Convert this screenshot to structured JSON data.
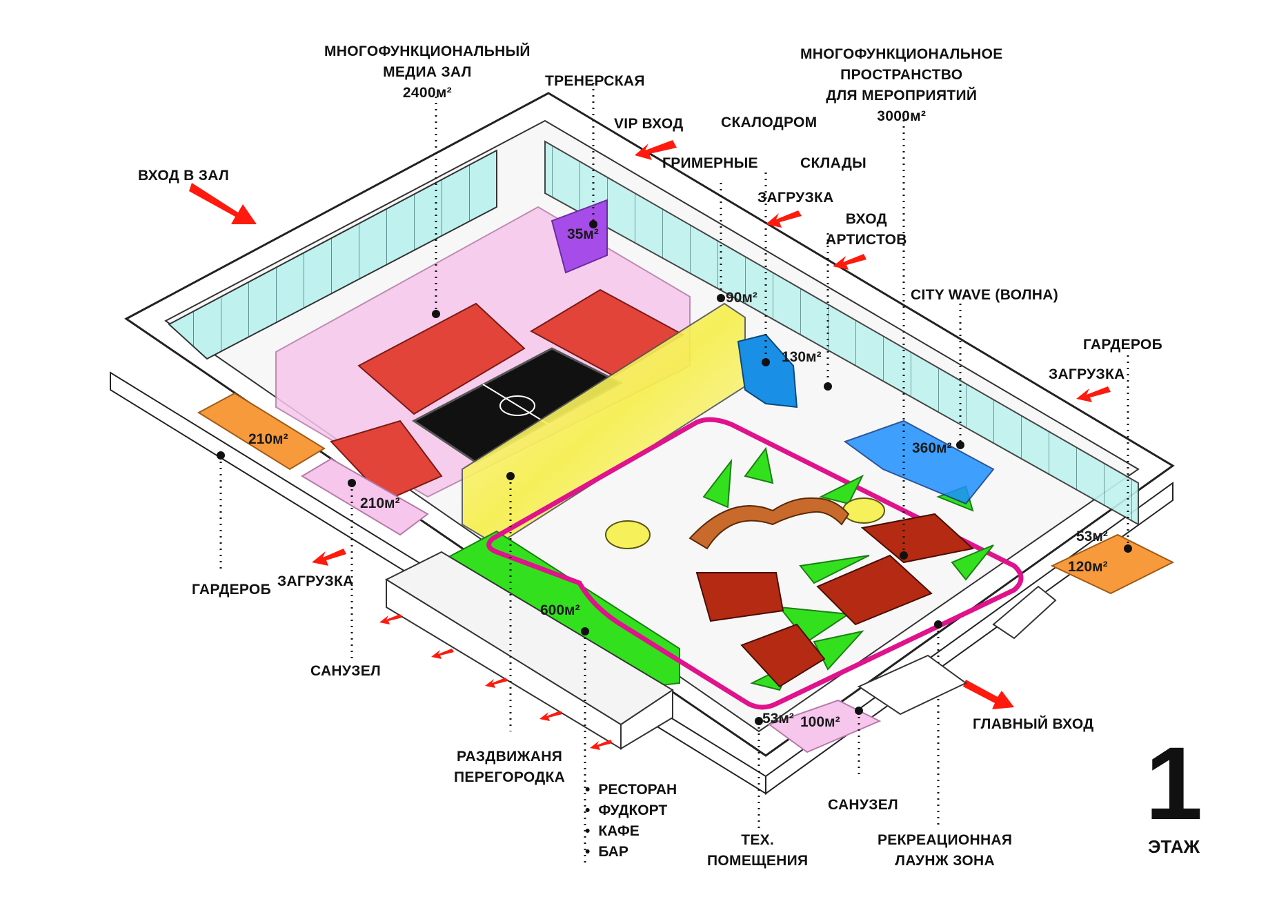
{
  "labels": {
    "media_hall": [
      "МНОГОФУНКЦИОНАЛЬНЫЙ",
      "МЕДИА ЗАЛ",
      "2400м²"
    ],
    "coach_room": "ТРЕНЕРСКАЯ",
    "vip_entrance": "VIP ВХОД",
    "climbing_wall": "СКАЛОДРОМ",
    "events_space": [
      "МНОГОФУНКЦИОНАЛЬНОЕ",
      "ПРОСТРАНСТВО",
      "ДЛЯ МЕРОПРИЯТИЙ",
      "3000м²"
    ],
    "hall_entrance": "ВХОД В ЗАЛ",
    "dressing_rooms": "ГРИМЕРНЫЕ",
    "warehouses": "СКЛАДЫ",
    "loading_top": "ЗАГРУЗКА",
    "artists_entrance": [
      "ВХОД",
      "АРТИСТОВ"
    ],
    "city_wave": "CITY WAVE (ВОЛНА)",
    "cloakroom_right": "ГАРДЕРОБ",
    "loading_right": "ЗАГРУЗКА",
    "cloakroom_left": "ГАРДЕРОБ",
    "loading_left": "ЗАГРУЗКА",
    "wc_left": "САНУЗЕЛ",
    "sliding_partition": [
      "РАЗДВИЖАНЯ",
      "ПЕРЕГОРОДКА"
    ],
    "food_list": [
      "РЕСТОРАН",
      "ФУДКОРТ",
      "КАФЕ",
      "БАР"
    ],
    "tech_rooms": [
      "ТЕХ.",
      "ПОМЕЩЕНИЯ"
    ],
    "wc_bottom": "САНУЗЕЛ",
    "lounge_zone": [
      "РЕКРЕАЦИОННАЯ",
      "ЛАУНЖ ЗОНА"
    ],
    "main_entrance": "ГЛАВНЫЙ ВХОД"
  },
  "areas": {
    "coach": "35м²",
    "dressing": "90м²",
    "climbing": "130м²",
    "wave": "360м²",
    "cloak_left": "210м²",
    "wc_left": "210м²",
    "food": "600м²",
    "cloak_right": "53м²",
    "wc_right": "120м²",
    "tech": "53м²",
    "wc_bottom": "100м²"
  },
  "floor": {
    "number": "1",
    "word": "ЭТАЖ"
  },
  "colors": {
    "glass": "#a8ecea",
    "seats": "#e2443a",
    "pink": "#f6c6ec",
    "orange": "#f79a3c",
    "green": "#33e01e",
    "magenta": "#e0128c",
    "court": "#b52a12",
    "arrow": "#ff1a0d",
    "wave": "#1e90ff",
    "climbing": "#1a8fe6",
    "purple": "#a64ce8",
    "yellow": "#f6f05a"
  }
}
